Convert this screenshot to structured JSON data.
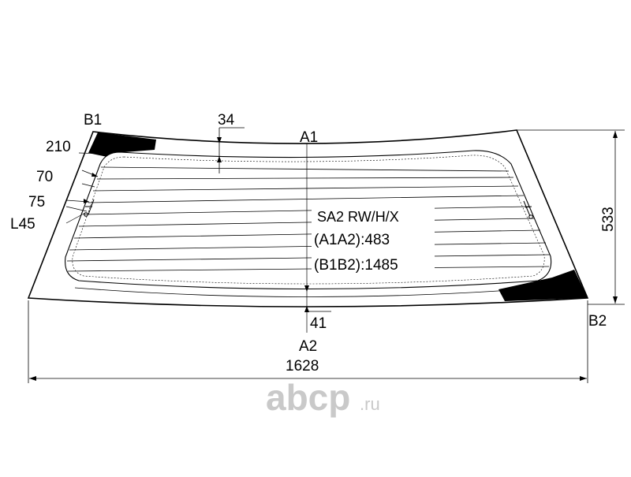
{
  "diagram": {
    "code": "SA2 RW/H/X",
    "a1a2": "(A1A2):483",
    "b1b2": "(B1B2):1485",
    "labels": {
      "b1": "B1",
      "a1": "A1",
      "a2": "A2",
      "b2": "B2"
    },
    "dimensions": {
      "top_offset": "34",
      "bottom_offset": "41",
      "left_210": "210",
      "left_70": "70",
      "left_75": "75",
      "left_l45": "L45",
      "height": "533",
      "width": "1628"
    }
  },
  "watermark": {
    "brand": "abcp",
    "tld": ".ru",
    "color": "#c9c9c9"
  }
}
